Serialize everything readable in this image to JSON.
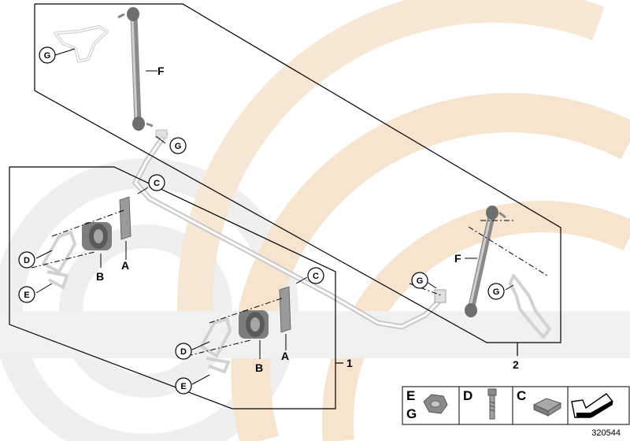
{
  "labels": {
    "F": "F",
    "G": "G",
    "C": "C",
    "D": "D",
    "E": "E",
    "A": "A",
    "B": "B",
    "kit1": "1",
    "kit2": "2"
  },
  "legend": {
    "eg_top": "E",
    "eg_bottom": "G",
    "d": "D",
    "c": "C"
  },
  "reference_number": "320544",
  "colors": {
    "watermark_gray": "#eeeeee",
    "watermark_tan": "#f6e4cf",
    "line": "#000000",
    "part_gray": "#8a8a8a",
    "ghost_gray": "#d9d9d9"
  }
}
